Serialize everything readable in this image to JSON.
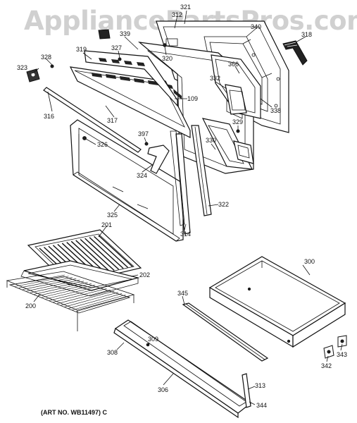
{
  "watermark": "AppliancePartsPros.com",
  "art_number": "(ART NO. WB11497) C",
  "callouts": [
    {
      "id": "c-321",
      "text": "321"
    },
    {
      "id": "c-312",
      "text": "312"
    },
    {
      "id": "c-340",
      "text": "340"
    },
    {
      "id": "c-318",
      "text": "318"
    },
    {
      "id": "c-339",
      "text": "339"
    },
    {
      "id": "c-319",
      "text": "319"
    },
    {
      "id": "c-327",
      "text": "327"
    },
    {
      "id": "c-320",
      "text": "320"
    },
    {
      "id": "c-328",
      "text": "328"
    },
    {
      "id": "c-323",
      "text": "323"
    },
    {
      "id": "c-366",
      "text": "366"
    },
    {
      "id": "c-332",
      "text": "332"
    },
    {
      "id": "c-109",
      "text": "109"
    },
    {
      "id": "c-316",
      "text": "316"
    },
    {
      "id": "c-317",
      "text": "317"
    },
    {
      "id": "c-338",
      "text": "338"
    },
    {
      "id": "c-329",
      "text": "329"
    },
    {
      "id": "c-397",
      "text": "397"
    },
    {
      "id": "c-326",
      "text": "326"
    },
    {
      "id": "c-330",
      "text": "330"
    },
    {
      "id": "c-324",
      "text": "324"
    },
    {
      "id": "c-322",
      "text": "322"
    },
    {
      "id": "c-325",
      "text": "325"
    },
    {
      "id": "c-314",
      "text": "314"
    },
    {
      "id": "c-201",
      "text": "201"
    },
    {
      "id": "c-300",
      "text": "300"
    },
    {
      "id": "c-202",
      "text": "202"
    },
    {
      "id": "c-345",
      "text": "345"
    },
    {
      "id": "c-200",
      "text": "200"
    },
    {
      "id": "c-308",
      "text": "308"
    },
    {
      "id": "c-309",
      "text": "309"
    },
    {
      "id": "c-343",
      "text": "343"
    },
    {
      "id": "c-342",
      "text": "342"
    },
    {
      "id": "c-306",
      "text": "306"
    },
    {
      "id": "c-313",
      "text": "313"
    },
    {
      "id": "c-344",
      "text": "344"
    }
  ]
}
